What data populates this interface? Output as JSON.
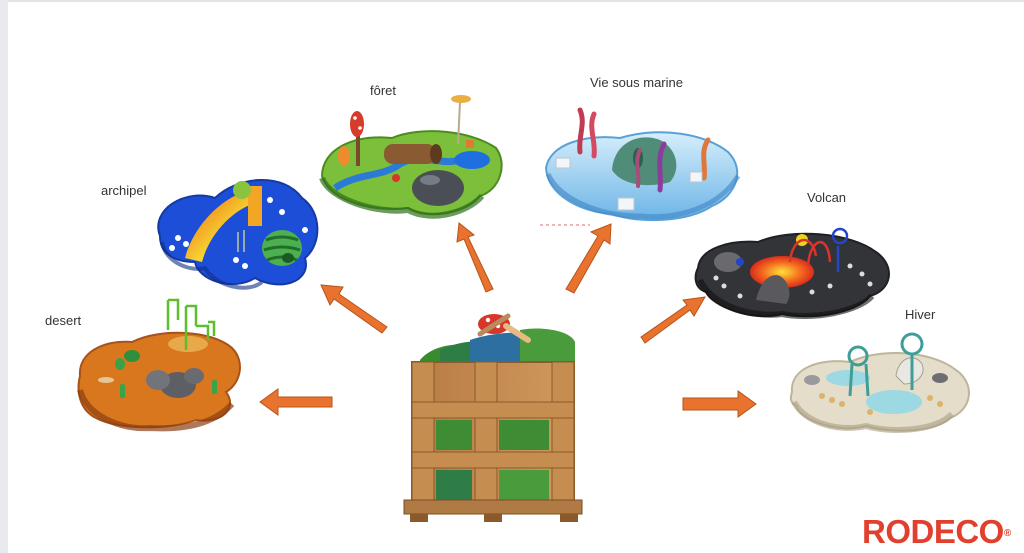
{
  "labels": {
    "archipel": "archipel",
    "foret": "fôret",
    "vie_sous_marine": "Vie sous marine",
    "volcan": "Volcan",
    "hiver": "Hiver",
    "desert": "desert"
  },
  "logo": {
    "text": "RODECO",
    "mark": "®"
  },
  "colors": {
    "arrow": "#e8722e",
    "brand": "#e2402f"
  }
}
